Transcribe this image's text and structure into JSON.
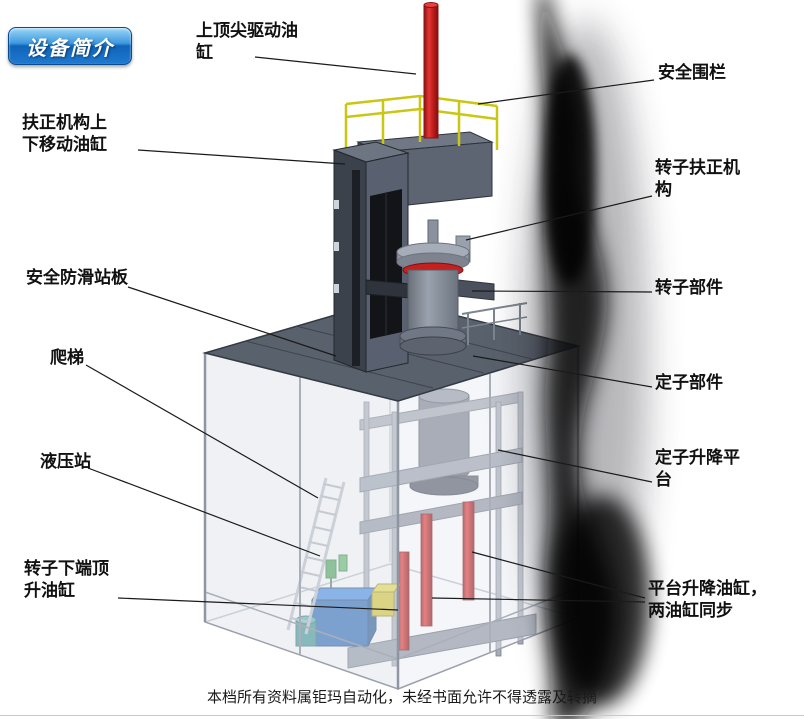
{
  "badge": {
    "label": "设备简介"
  },
  "footer": {
    "text": "本档所有资料属钜玛自动化，未经书面允许不得透露及转摘"
  },
  "labels": [
    {
      "id": "top-drive-cylinder",
      "text": "上顶尖驱动油\n缸"
    },
    {
      "id": "safety-fence",
      "text": "安全围栏"
    },
    {
      "id": "centering-move-cylinder",
      "text": "扶正机构上\n下移动油缸"
    },
    {
      "id": "rotor-centering-mechanism",
      "text": "转子扶正机\n构"
    },
    {
      "id": "anti-slip-board",
      "text": "安全防滑站板"
    },
    {
      "id": "rotor-part",
      "text": "转子部件"
    },
    {
      "id": "ladder",
      "text": "爬梯"
    },
    {
      "id": "stator-part",
      "text": "定子部件"
    },
    {
      "id": "hydraulic-station",
      "text": "液压站"
    },
    {
      "id": "stator-lift-platform",
      "text": "定子升降平\n台"
    },
    {
      "id": "rotor-bottom-jack-cylinder",
      "text": "转子下端顶\n升油缸"
    },
    {
      "id": "platform-lift-cylinders",
      "text": "平台升降油缸，\n两油缸同步"
    }
  ],
  "colors": {
    "badge_blue": "#1e7ad0",
    "cylinder_red": "#c01d1d",
    "railing_yellow": "#c9c614",
    "hydraulic_blue": "#1a5fb4",
    "platform_gray": "#59616c",
    "cage_gray": "#9aa1ac",
    "smoke_black": "#0b0c0f"
  }
}
